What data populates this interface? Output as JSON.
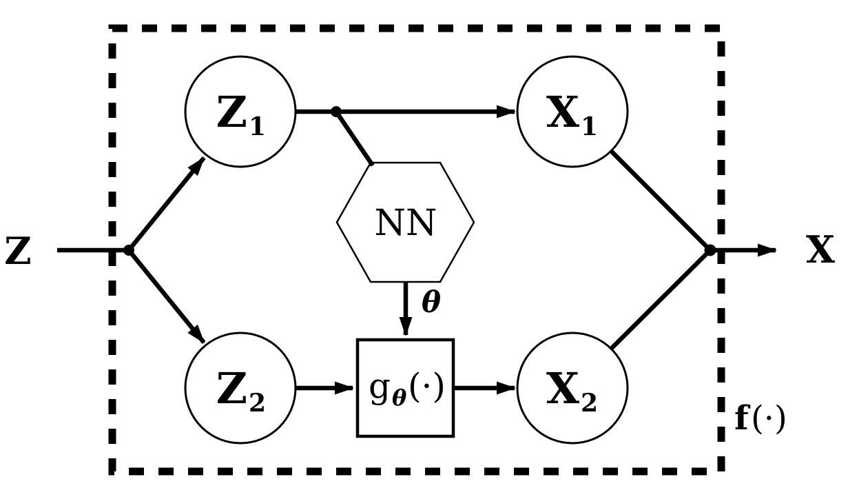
{
  "diagram": {
    "description": "coupling-flow block diagram",
    "input_label": "Z",
    "output_label": "X",
    "nodes": {
      "z1": {
        "base": "Z",
        "sub": "1"
      },
      "z2": {
        "base": "Z",
        "sub": "2"
      },
      "x1": {
        "base": "X",
        "sub": "1"
      },
      "x2": {
        "base": "X",
        "sub": "2"
      }
    },
    "nn_label": "NN",
    "theta_label": "θ",
    "g_label": {
      "base": "g",
      "sub": "θ",
      "args": "(·)"
    },
    "f_label": {
      "base": "f",
      "args": "(·)"
    },
    "colors": {
      "node_fill": "#d2f5c9",
      "nn_fill": "#fbd0d0",
      "g_fill": "#ccccf3",
      "stroke": "#000000"
    }
  }
}
